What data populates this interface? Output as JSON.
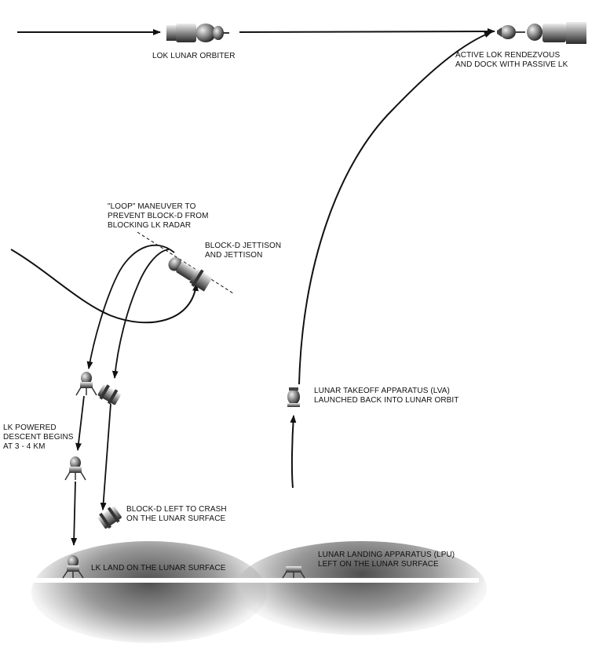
{
  "labels": {
    "lok_orbiter": "LOK LUNAR ORBITER",
    "rendezvous": "ACTIVE LOK RENDEZVOUS\nAND DOCK WITH PASSIVE LK",
    "loop": "\"LOOP\" MANEUVER TO\nPREVENT BLOCK-D FROM\nBLOCKING LK RADAR",
    "blockd_jettison": "BLOCK-D JETTISON\nAND JETTISON",
    "powered_descent": "LK POWERED\nDESCENT BEGINS\nAT 3 - 4 KM",
    "blockd_crash": "BLOCK-D LEFT TO CRASH\nON THE LUNAR SURFACE",
    "lk_land": "LK LAND ON THE LUNAR SURFACE",
    "lva": "LUNAR TAKEOFF APPARATUS (LVA)\nLAUNCHED BACK INTO LUNAR ORBIT",
    "lpu": "LUNAR LANDING APPARATUS (LPU)\nLEFT ON THE LUNAR SURFACE"
  },
  "icons": {
    "lok": "lok-spacecraft-icon",
    "lk": "lk-lander-icon",
    "blockd": "block-d-stage-icon",
    "lva": "lva-ascent-stage-icon",
    "lpu": "lpu-descent-stage-icon"
  },
  "colors": {
    "line": "#111111",
    "surface_shadow": "#555555"
  }
}
